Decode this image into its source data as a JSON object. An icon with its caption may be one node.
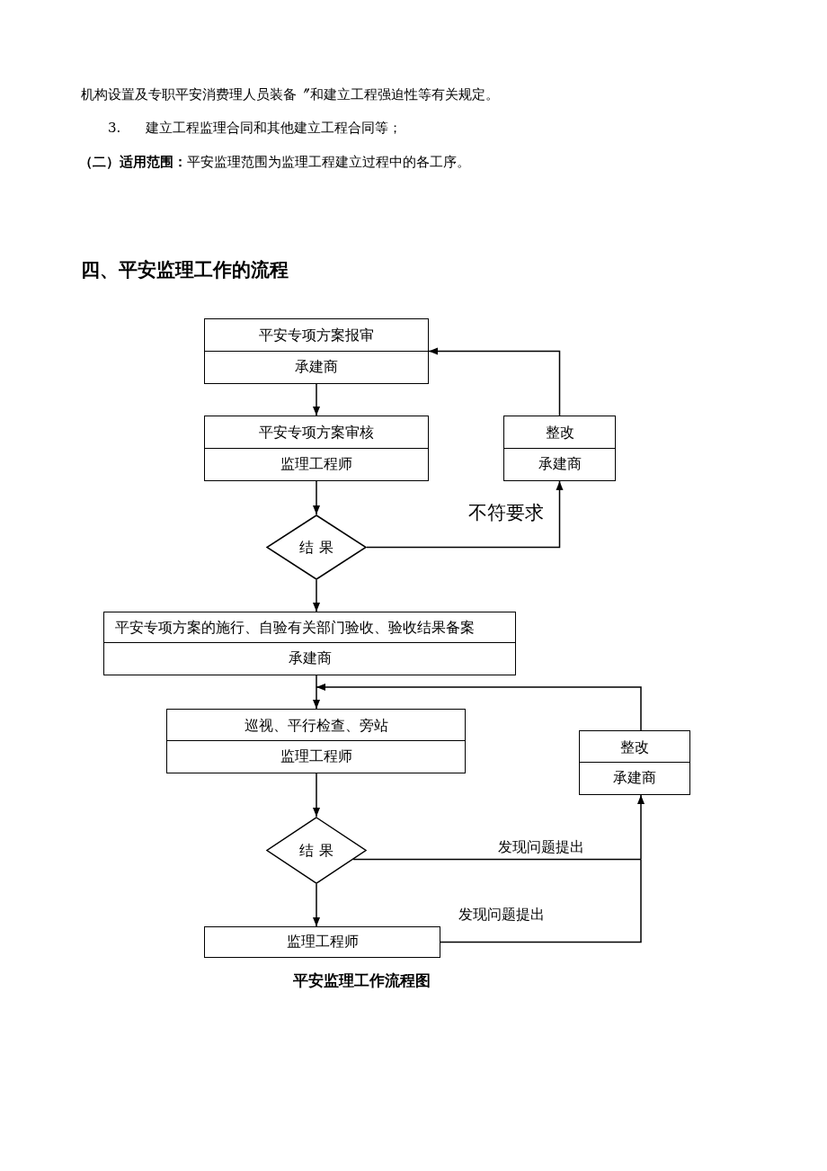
{
  "diagram": {
    "title": "四、平安监理工作的流程",
    "caption": "平安监理工作流程图",
    "nodes": [
      {
        "text": [
          "平安专项方案报审",
          "承建商"
        ]
      },
      {
        "text": [
          "平安专项方案审核",
          "监理工程师"
        ]
      },
      {
        "text": [
          "整改",
          "承建商"
        ]
      },
      {
        "text": [
          "结 果"
        ]
      },
      {
        "text": [
          "平安专项方案的施行、自验有关部门验收、验收结果备案",
          "承建商"
        ]
      },
      {
        "text": [
          "巡视、平行检查、旁站",
          "监理工程师"
        ]
      },
      {
        "text": [
          "整改",
          "承建商"
        ]
      },
      {
        "text": [
          "结 果"
        ]
      },
      {
        "text": [
          "监理工程师"
        ]
      }
    ],
    "edges": [
      {
        "from": 0,
        "to": 1,
        "arrow": "to"
      },
      {
        "from": 1,
        "to": 3,
        "arrow": "to"
      },
      {
        "from": 3,
        "to": 2,
        "arrow": "to",
        "label": "不符要求"
      },
      {
        "from": 2,
        "to": 0,
        "arrow": "to"
      },
      {
        "from": 3,
        "to": 4,
        "arrow": "to"
      },
      {
        "from": 4,
        "to": 5,
        "arrow": "to"
      },
      {
        "from": 6,
        "to": 5,
        "arrow": "to"
      },
      {
        "from": 5,
        "to": 7,
        "arrow": "to"
      },
      {
        "from": 7,
        "to": 6,
        "arrow": "to",
        "label": "发现问题提出"
      },
      {
        "from": 7,
        "to": 8,
        "arrow": "to"
      },
      {
        "from": 8,
        "to": 6,
        "arrow": "to",
        "label": "发现问题提出"
      }
    ],
    "labels": [
      "机构设置及专职平安消费理人员装备〞和建立工程强迫性等有关规定。",
      "3.",
      "建立工程监理合同和其他建立工程合同等；",
      "**（二）适用范围：**平安监理范围为监理工程建立过程中的各工序。"
    ]
  }
}
